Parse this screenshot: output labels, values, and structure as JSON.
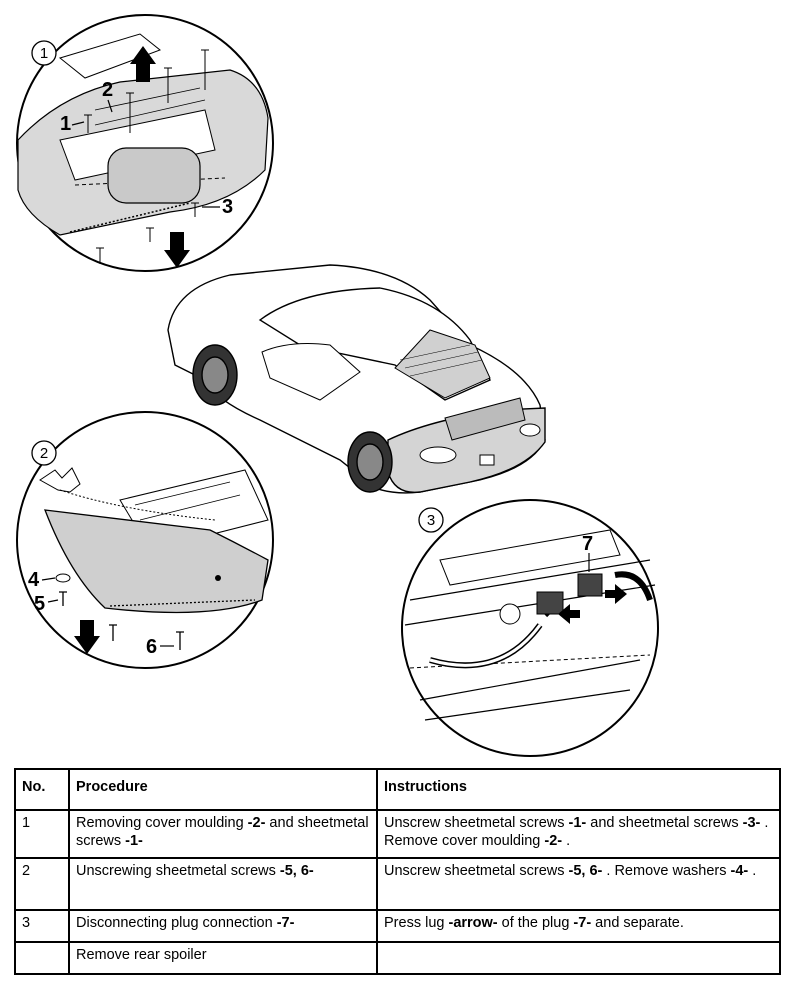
{
  "illustration": {
    "detail_circles": [
      {
        "number": "1",
        "callouts": [
          "1",
          "2",
          "3"
        ]
      },
      {
        "number": "2",
        "callouts": [
          "4",
          "5",
          "6"
        ]
      },
      {
        "number": "3",
        "callouts": [
          "7"
        ]
      }
    ]
  },
  "table": {
    "headers": {
      "no": "No.",
      "procedure": "Procedure",
      "instructions": "Instructions"
    },
    "rows": [
      {
        "no": "1",
        "procedure": [
          {
            "text": "Removing cover moulding ",
            "bold": false
          },
          {
            "text": "-2-",
            "bold": true
          },
          {
            "text": " and sheetmetal screws ",
            "bold": false
          },
          {
            "text": "-1-",
            "bold": true
          }
        ],
        "instructions": [
          {
            "text": "Unscrew sheetmetal screws ",
            "bold": false
          },
          {
            "text": "-1-",
            "bold": true
          },
          {
            "text": " and sheetmetal screws ",
            "bold": false
          },
          {
            "text": "-3-",
            "bold": true
          },
          {
            "text": " . Remove cover moulding ",
            "bold": false
          },
          {
            "text": "-2-",
            "bold": true
          },
          {
            "text": " .",
            "bold": false
          }
        ]
      },
      {
        "no": "2",
        "procedure": [
          {
            "text": "Unscrewing sheetmetal screws ",
            "bold": false
          },
          {
            "text": "-5, 6-",
            "bold": true
          }
        ],
        "instructions": [
          {
            "text": "Unscrew sheetmetal screws ",
            "bold": false
          },
          {
            "text": "-5, 6-",
            "bold": true
          },
          {
            "text": " . Remove washers ",
            "bold": false
          },
          {
            "text": "-4-",
            "bold": true
          },
          {
            "text": " .",
            "bold": false
          }
        ]
      },
      {
        "no": "3",
        "procedure": [
          {
            "text": "Disconnecting plug connection ",
            "bold": false
          },
          {
            "text": "-7-",
            "bold": true
          }
        ],
        "instructions": [
          {
            "text": "Press lug ",
            "bold": false
          },
          {
            "text": "-arrow-",
            "bold": true
          },
          {
            "text": " of the plug ",
            "bold": false
          },
          {
            "text": "-7-",
            "bold": true
          },
          {
            "text": " and separate.",
            "bold": false
          }
        ]
      },
      {
        "no": "",
        "procedure": [
          {
            "text": "Remove rear spoiler",
            "bold": false
          }
        ],
        "instructions": []
      }
    ]
  }
}
